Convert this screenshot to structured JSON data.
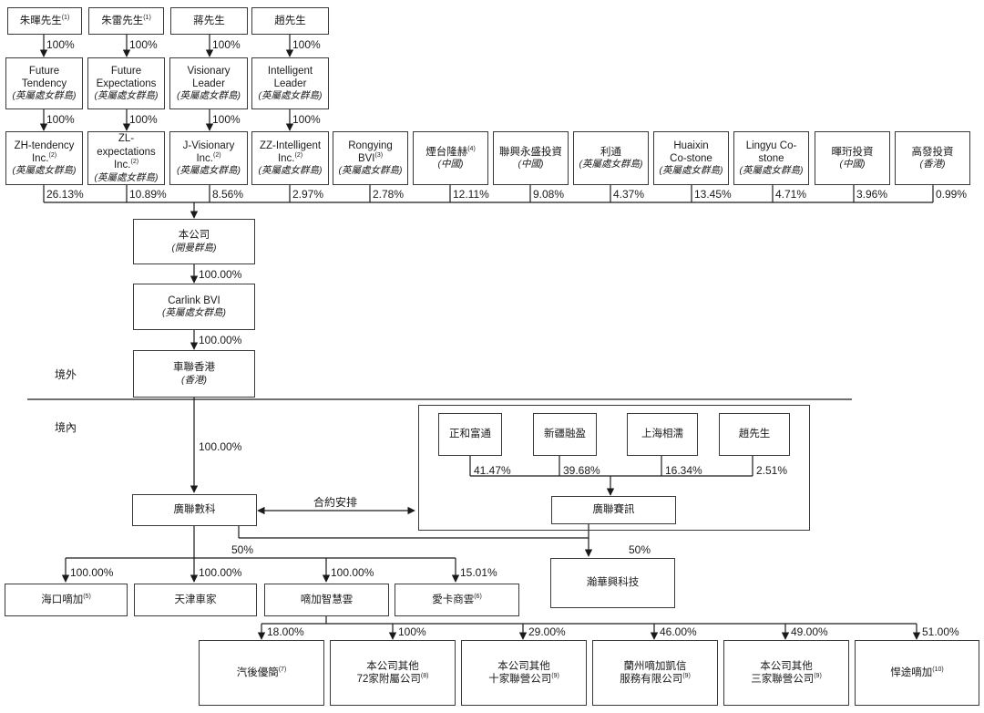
{
  "row1": [
    {
      "name": "朱暉先生",
      "note": "(1)"
    },
    {
      "name": "朱雷先生",
      "note": "(1)"
    },
    {
      "name": "蔣先生",
      "note": ""
    },
    {
      "name": "趙先生",
      "note": ""
    }
  ],
  "row1_pct": [
    "100%",
    "100%",
    "100%",
    "100%"
  ],
  "row2": [
    {
      "name": "Future Tendency",
      "sub": "(英屬處女群島)"
    },
    {
      "name": "Future Expectations",
      "sub": "(英屬處女群島)"
    },
    {
      "name": "Visionary Leader",
      "sub": "(英屬處女群島)"
    },
    {
      "name": "Intelligent Leader",
      "sub": "(英屬處女群島)"
    }
  ],
  "row2_pct": [
    "100%",
    "100%",
    "100%",
    "100%"
  ],
  "shareholders": [
    {
      "name": "ZH-tendency Inc.",
      "note": "(2)",
      "sub": "(英屬處女群島)",
      "pct": "26.13%"
    },
    {
      "name": "ZL-expectations Inc.",
      "note": "(2)",
      "sub": "(英屬處女群島)",
      "pct": "10.89%"
    },
    {
      "name": "J-Visionary Inc.",
      "note": "(2)",
      "sub": "(英屬處女群島)",
      "pct": "8.56%"
    },
    {
      "name": "ZZ-Intelligent Inc.",
      "note": "(2)",
      "sub": "(英屬處女群島)",
      "pct": "2.97%"
    },
    {
      "name": "Rongying BVI",
      "note": "(3)",
      "sub": "(英屬處女群島)",
      "pct": "2.78%"
    },
    {
      "name": "煙台隆赫",
      "note": "(4)",
      "sub": "(中國)",
      "pct": "12.11%"
    },
    {
      "name": "聯興永盛投資",
      "note": "",
      "sub": "(中國)",
      "pct": "9.08%"
    },
    {
      "name": "利通",
      "note": "",
      "sub": "(英屬處女群島)",
      "pct": "4.37%"
    },
    {
      "name": "Huaixin Co-stone",
      "note": "",
      "sub": "(英屬處女群島)",
      "pct": "13.45%"
    },
    {
      "name": "Lingyu Co-stone",
      "note": "",
      "sub": "(英屬處女群島)",
      "pct": "4.71%"
    },
    {
      "name": "暉珩投資",
      "note": "",
      "sub": "(中國)",
      "pct": "3.96%"
    },
    {
      "name": "高發投資",
      "note": "",
      "sub": "(香港)",
      "pct": "0.99%"
    }
  ],
  "company": {
    "name": "本公司",
    "sub": "(開曼群島)"
  },
  "pct_company_bvi": "100.00%",
  "carlink": {
    "name": "Carlink BVI",
    "sub": "(英屬處女群島)"
  },
  "pct_bvi_hk": "100.00%",
  "hk": {
    "name": "車聯香港",
    "sub": "(香港)"
  },
  "offshore_label": "境外",
  "onshore_label": "境內",
  "pct_hk_wfoe": "100.00%",
  "wfoe": {
    "name": "廣聯數科"
  },
  "contract_label": "合約安排",
  "vie_holders": [
    {
      "name": "正和富通",
      "pct": "41.47%"
    },
    {
      "name": "新疆融盈",
      "pct": "39.68%"
    },
    {
      "name": "上海相濡",
      "pct": "16.34%"
    },
    {
      "name": "趙先生",
      "pct": "2.51%"
    }
  ],
  "vie": {
    "name": "廣聯賽訊"
  },
  "jv": {
    "name": "瀚華興科技",
    "pct_left": "50%",
    "pct_right": "50%"
  },
  "subs": [
    {
      "name": "海口嘀加",
      "note": "(5)",
      "pct": "100.00%"
    },
    {
      "name": "天津車家",
      "note": "",
      "pct": "100.00%"
    },
    {
      "name": "嘀加智慧雲",
      "note": "",
      "pct": "100.00%"
    },
    {
      "name": "愛卡商雲",
      "note": "(6)",
      "pct": "15.01%"
    }
  ],
  "bottom": [
    {
      "line1": "汽後優簡",
      "line2": "",
      "note": "(7)",
      "pct": "18.00%"
    },
    {
      "line1": "本公司其他",
      "line2": "72家附屬公司",
      "note": "(8)",
      "pct": "100%"
    },
    {
      "line1": "本公司其他",
      "line2": "十家聯營公司",
      "note": "(9)",
      "pct": "29.00%"
    },
    {
      "line1": "蘭州嘀加凱信",
      "line2": "服務有限公司",
      "note": "(9)",
      "pct": "46.00%"
    },
    {
      "line1": "本公司其他",
      "line2": "三家聯營公司",
      "note": "(9)",
      "pct": "49.00%"
    },
    {
      "line1": "悍途嘀加",
      "line2": "",
      "note": "(10)",
      "pct": "51.00%"
    }
  ]
}
